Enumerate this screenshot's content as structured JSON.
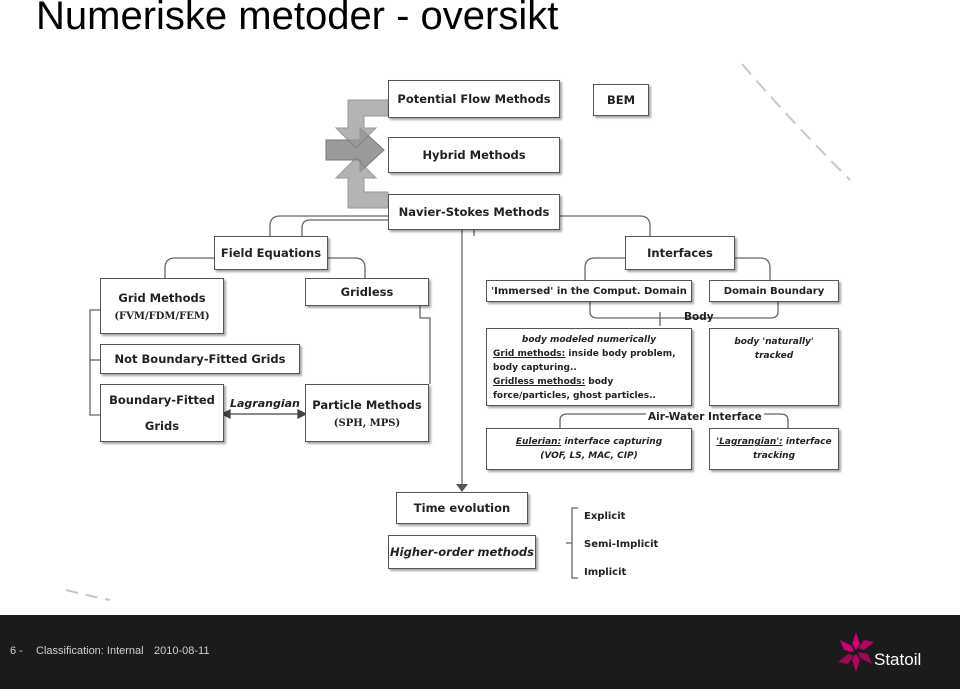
{
  "slide": {
    "title": "Numeriske metoder - oversikt"
  },
  "diagram": {
    "potential_flow": "Potential Flow Methods",
    "bem": "BEM",
    "hybrid": "Hybrid Methods",
    "navier_stokes": "Navier-Stokes Methods",
    "field_equations": "Field Equations",
    "interfaces": "Interfaces",
    "grid_methods": "Grid Methods",
    "grid_methods_sub": "(FVM/FDM/FEM)",
    "gridless": "Gridless",
    "not_boundary_fitted": "Not Boundary-Fitted Grids",
    "boundary_fitted_line1": "Boundary-Fitted",
    "boundary_fitted_line2": "Grids",
    "lagrangian": "Lagrangian",
    "particle_methods": "Particle Methods",
    "particle_methods_sub": "(SPH, MPS)",
    "immersed": "'Immersed' in the Comput. Domain",
    "domain_boundary": "Domain Boundary",
    "body": "Body",
    "body_numerical_heading": "body modeled numerically",
    "body_numerical_grid_label": "Grid methods:",
    "body_numerical_grid_text": " inside body problem,",
    "body_numerical_line3": "body capturing..",
    "body_numerical_gridless_label": "Gridless methods:",
    "body_numerical_gridless_text": " body",
    "body_numerical_line5": "force/particles, ghost particles..",
    "body_natural_line1": "body 'naturally'",
    "body_natural_line2": "tracked",
    "air_water": "Air-Water Interface",
    "eulerian_label": "Eulerian:",
    "eulerian_text": " interface capturing",
    "eulerian_line2": "(VOF, LS, MAC, CIP)",
    "lagrangian_interface_label": "'Lagrangian':",
    "lagrangian_interface_text": " interface",
    "lagrangian_interface_line2": "tracking",
    "time_evolution": "Time evolution",
    "higher_order": "Higher-order methods",
    "explicit": "Explicit",
    "semi_implicit": "Semi-Implicit",
    "implicit": "Implicit"
  },
  "footer": {
    "page_number": "6 -",
    "classification": "Classification: Internal",
    "date": "2010-08-11",
    "brand": "Statoil",
    "brand_color": "#d0006f"
  }
}
